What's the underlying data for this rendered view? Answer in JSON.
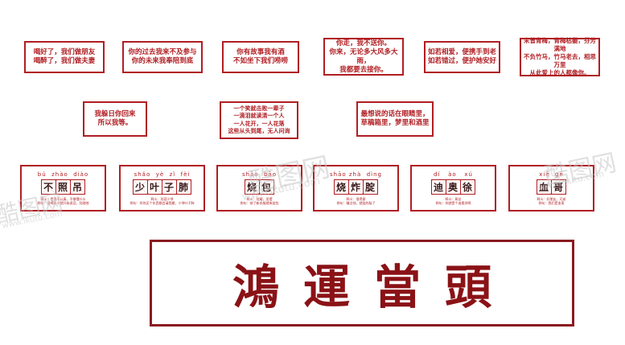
{
  "top_cards": [
    {
      "text": "喝好了，我们做朋友\n喝醉了，我们做夫妻"
    },
    {
      "text": "你的过去我来不及参与\n你的未来我奉陪到底"
    },
    {
      "text": "你有故事我有酒\n不如坐下我们唠唠"
    },
    {
      "text": "你走，我不送你。\n你来，无论多大风多大雨，\n我都要去接你。"
    },
    {
      "text": "如若相爱，便携手到老\n如若错过，便护她安好"
    },
    {
      "text": "未曾青梅，青梅枯萎，芬芳满地\n不负竹马，竹马老去，相思万里\n从此爱上的人都像你。"
    }
  ],
  "mid_cards": [
    {
      "text": "我躲日你回来\n所以我等。"
    },
    {
      "text": "一个笑就击败一辈子\n一滴泪就读清一个人\n一人花开，一人花落\n这些从头到尾，无人问询"
    },
    {
      "text": "最想说的话在眼睛里，\n草稿箱里，梦里和酒里"
    }
  ],
  "pinyin_cards": [
    {
      "pinyin": "bú  zhào  diào",
      "chars": [
        "不",
        "照",
        "吊"
      ],
      "note": "释义：是我不认真，不够懂什么\n例句：没喝多少就开始说话，别理他"
    },
    {
      "pinyin": "shǎo  yè  zǐ  fèi",
      "chars": [
        "少",
        "叶",
        "子",
        "肺"
      ],
      "note": "释义：形容少爷\n例句：叫你买个东西都会请我搬，少爷叶子肺"
    },
    {
      "pinyin": "shāo  bāo",
      "chars": [
        "烧",
        "包"
      ],
      "note": "释义：炫耀，显摆\n例句：穿了新衣服就来烧包"
    },
    {
      "pinyin": "shāo zhà  dìng",
      "chars": [
        "烧",
        "炸",
        "腚"
      ],
      "note": "释义：很得意\n例句：赚点钱，就烧炸腚了"
    },
    {
      "pinyin": "dí   ào   xú",
      "chars": [
        "迪",
        "奥",
        "徐"
      ],
      "note": "释义：屌丝\n例句：你就是个迪奥徐啊"
    },
    {
      "pinyin": "xiě  gē",
      "chars": [
        "血",
        "哥"
      ],
      "note": "释义：好朋友，兄弟\n例句：我们是血哥"
    }
  ],
  "banner": {
    "text": "鴻運當頭"
  },
  "watermarks": [
    "酷图网",
    "www.ikutu.com"
  ]
}
